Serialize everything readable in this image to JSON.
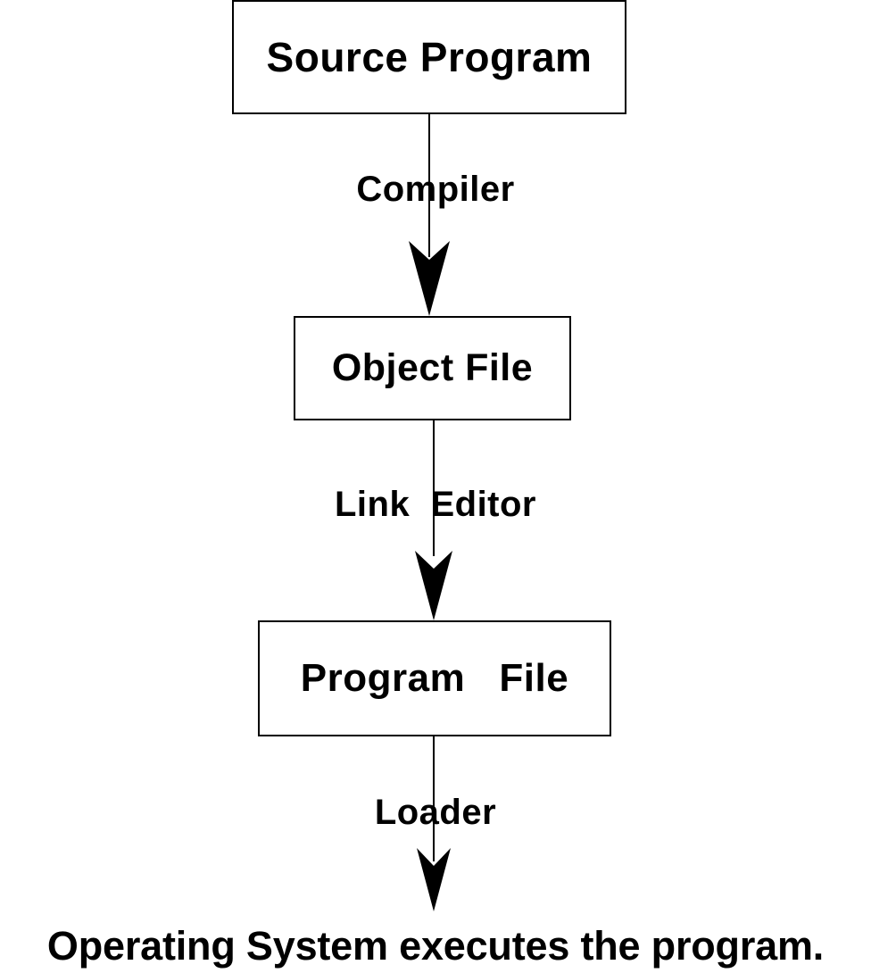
{
  "diagram": {
    "title": "Source Program compilation and execution flow",
    "type": "flowchart",
    "orientation": "top-to-bottom",
    "colors": {
      "background": "#ffffff",
      "stroke": "#000000",
      "text": "#000000",
      "box_fill": "#ffffff"
    },
    "nodes": [
      {
        "id": "source-program",
        "label": "Source Program",
        "shape": "rectangle"
      },
      {
        "id": "object-file",
        "label": "Object File",
        "shape": "rectangle"
      },
      {
        "id": "program-file",
        "label": "Program   File",
        "shape": "rectangle"
      }
    ],
    "edges": [
      {
        "id": "compiler-edge",
        "from": "source-program",
        "to": "object-file",
        "label": "Compiler",
        "arrowhead": "barbed-down"
      },
      {
        "id": "link-editor-edge",
        "from": "object-file",
        "to": "program-file",
        "label": "Link  Editor",
        "arrowhead": "barbed-down"
      },
      {
        "id": "loader-edge",
        "from": "program-file",
        "to": "operating-system-caption",
        "label": "Loader",
        "arrowhead": "barbed-down"
      }
    ],
    "caption": "Operating System executes the program."
  }
}
